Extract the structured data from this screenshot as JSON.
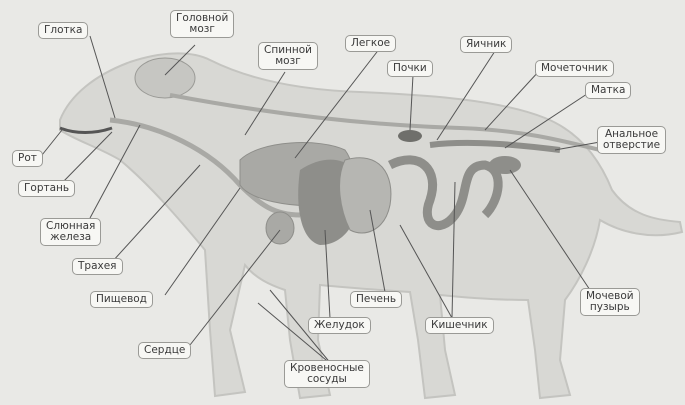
{
  "diagram": {
    "labels": {
      "glotka": "Глотка",
      "golovnoy_mozg": "Головной\nмозг",
      "spinnoy_mozg": "Спинной\nмозг",
      "legkoe": "Легкое",
      "pochki": "Почки",
      "yaichnik": "Яичник",
      "mochetochnik": "Мочеточник",
      "matka": "Матка",
      "analnoe_otverstie": "Анальное\nотверстие",
      "rot": "Рот",
      "gortan": "Гортань",
      "slyunnaya_zheleza": "Слюнная\nжелеза",
      "traheya": "Трахея",
      "pishchevod": "Пищевод",
      "serdtse": "Сердце",
      "zheludok": "Желудок",
      "krovenosnye_sosudy": "Кровеносные\nсосуды",
      "pechen": "Печень",
      "kishechnik": "Кишечник",
      "mochevoy_puzyr": "Мочевой\nпузырь"
    },
    "colors": {
      "background": "#e9e9e6",
      "body_fill": "#d8d8d4",
      "organ_fill": "#a9a9a5",
      "organ_dark": "#8e8e8a",
      "line": "#555555"
    }
  }
}
